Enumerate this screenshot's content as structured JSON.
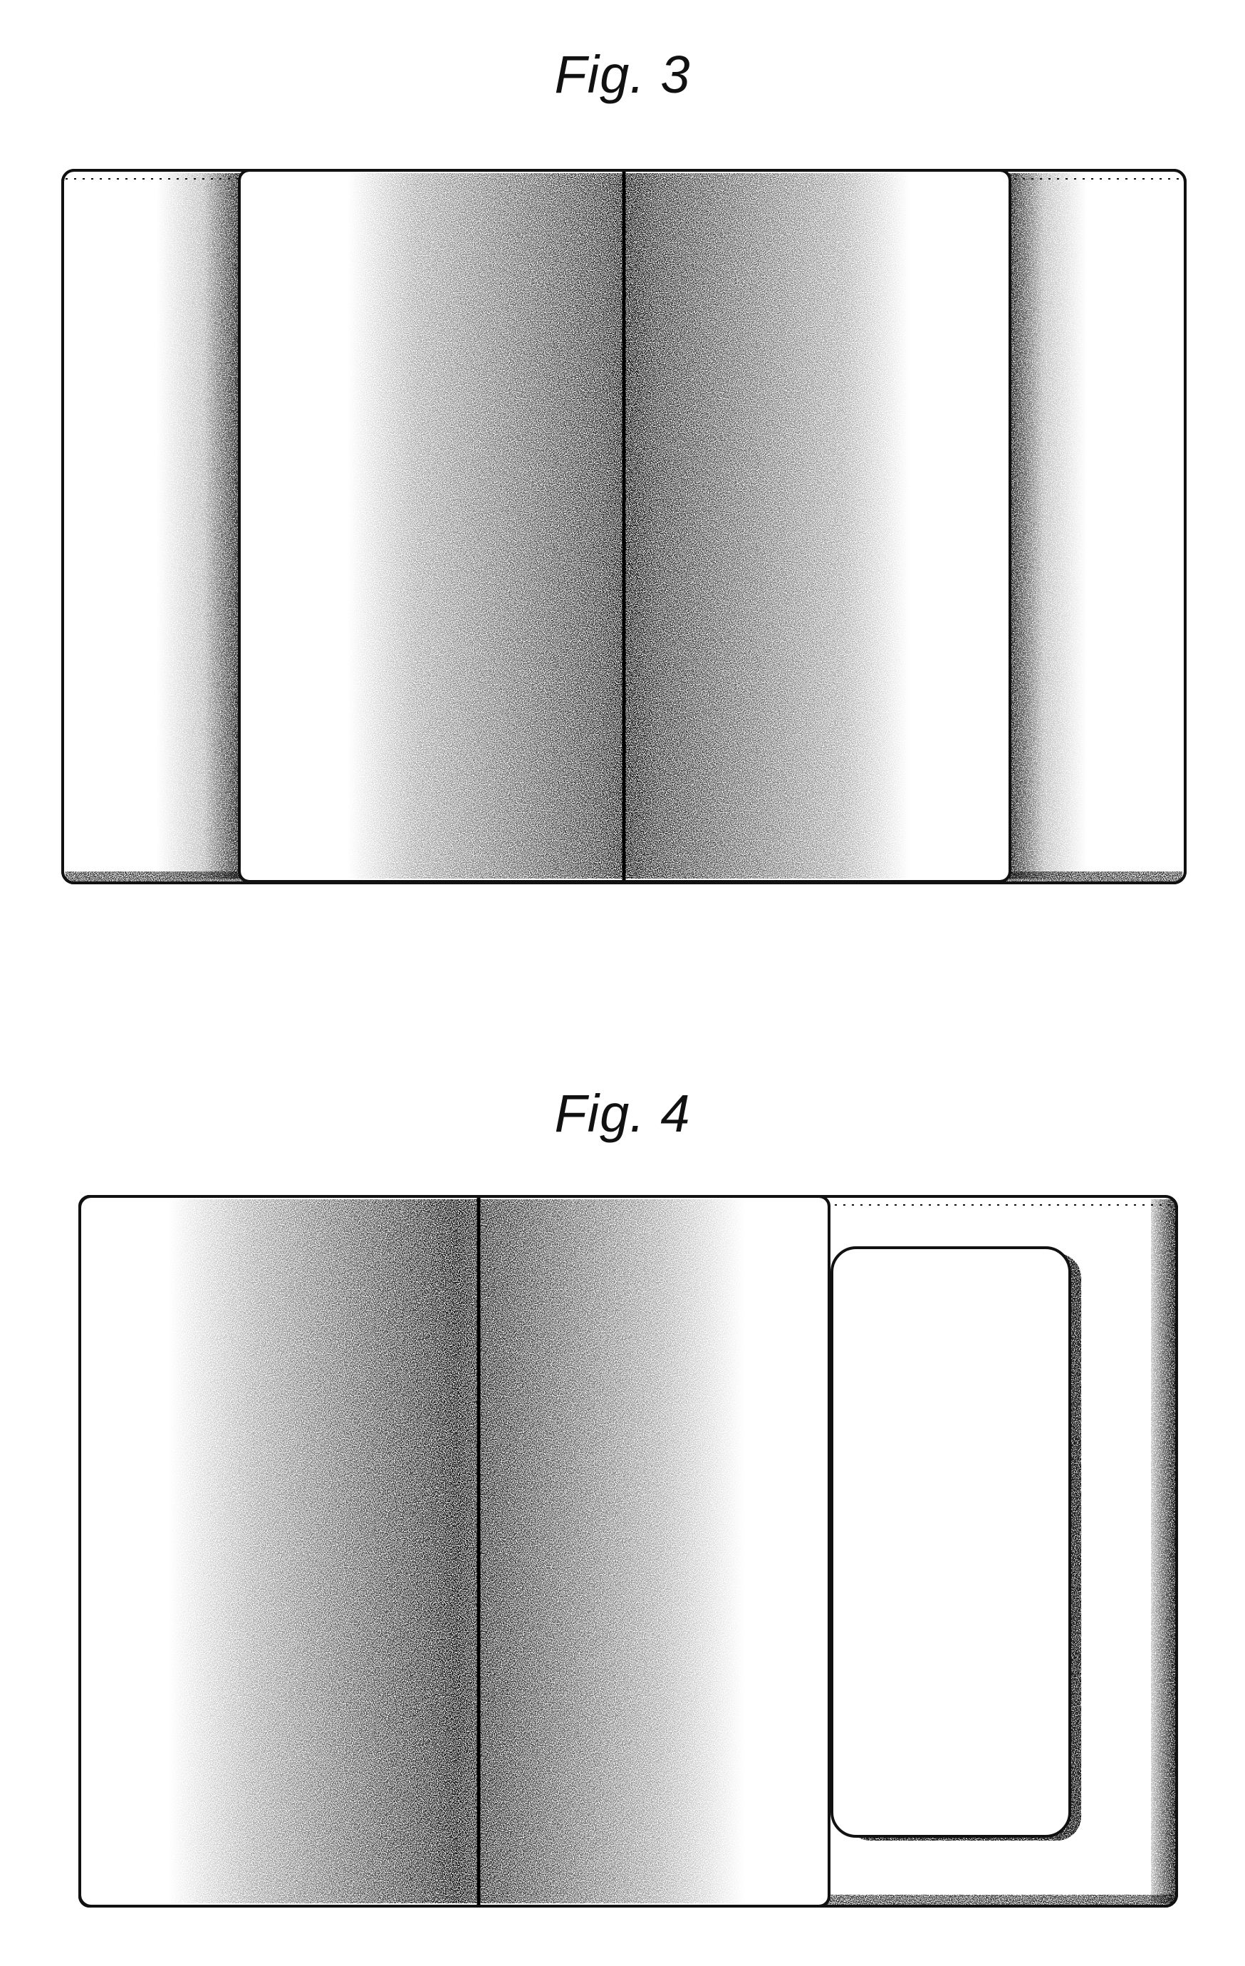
{
  "figures": [
    {
      "id": "fig3",
      "label": "Fig. 3"
    },
    {
      "id": "fig4",
      "label": "Fig. 4"
    }
  ],
  "colors": {
    "ink": "#111111",
    "paper": "#ffffff"
  }
}
